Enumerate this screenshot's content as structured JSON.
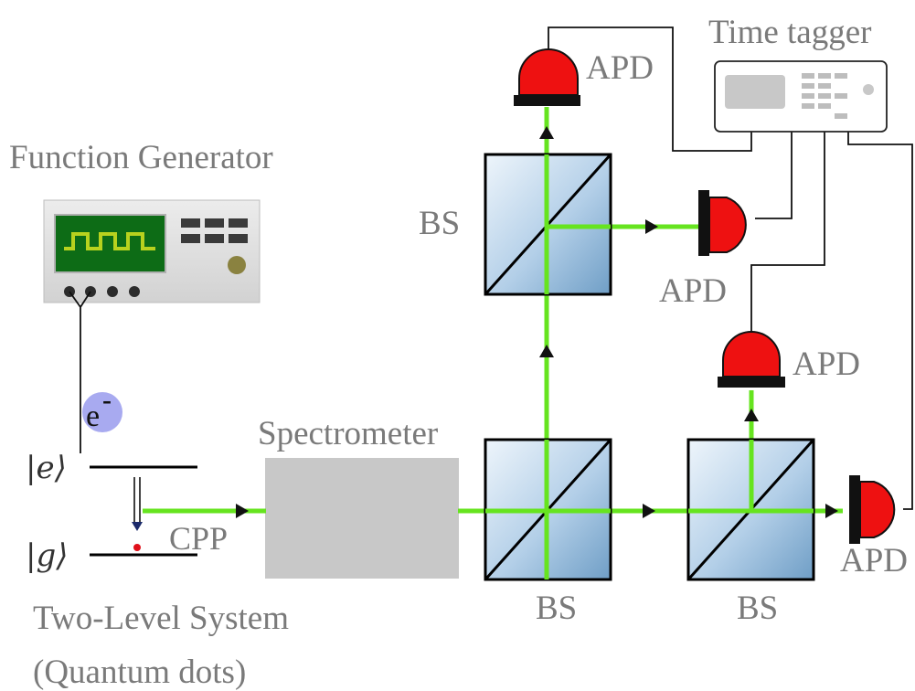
{
  "labels": {
    "time_tagger": "Time tagger",
    "function_generator": "Function Generator",
    "apd": "APD",
    "bs": "BS",
    "spectrometer": "Spectrometer",
    "cpp": "CPP",
    "electron": "e",
    "electron_sup": "-",
    "two_level_line1": "Two-Level System",
    "two_level_line2": "(Quantum dots)",
    "ket_e": "|e⟩",
    "ket_g": "|g⟩"
  },
  "colors": {
    "beam": "#66e41f",
    "apd_red": "#ee1111",
    "spectrometer_gray": "#c8c8c8",
    "bs_blue": "#a8c8e4",
    "fg_screen": "#0d6c16",
    "fg_trace": "#b8d21e",
    "label_gray": "#7a7a7a",
    "electron_blue": "#a8aaf0",
    "red_dot": "#e0101a"
  }
}
